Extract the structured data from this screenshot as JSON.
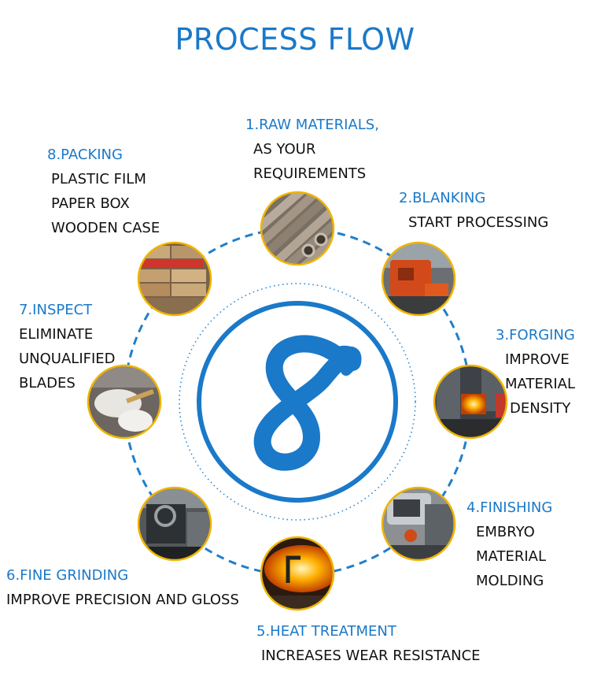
{
  "title": "PROCESS FLOW",
  "colors": {
    "accent": "#1a79c9",
    "dash": "#1f7fcc",
    "text": "#111111",
    "node_border": "#f0b400"
  },
  "steps": [
    {
      "heading": "1.RAW MATERIALS,",
      "lines": [
        "AS YOUR",
        "REQUIREMENTS"
      ],
      "photo": "steel-pipes-photo"
    },
    {
      "heading": "2.BLANKING",
      "lines": [
        "START PROCESSING"
      ],
      "photo": "blanking-machine-photo"
    },
    {
      "heading": "3.FORGING",
      "lines": [
        "IMPROVE",
        "MATERIAL",
        "DENSITY"
      ],
      "photo": "forging-press-photo"
    },
    {
      "heading": "4.FINISHING",
      "lines": [
        "EMBRYO",
        "MATERIAL",
        "MOLDING"
      ],
      "photo": "finishing-machine-photo"
    },
    {
      "heading": "5.HEAT TREATMENT",
      "lines": [
        "INCREASES WEAR RESISTANCE"
      ],
      "photo": "heat-furnace-photo"
    },
    {
      "heading": "6.FINE GRINDING",
      "lines": [
        "IMPROVE PRECISION AND GLOSS"
      ],
      "photo": "grinding-machine-photo"
    },
    {
      "heading": "7.INSPECT",
      "lines": [
        "ELIMINATE",
        "UNQUALIFIED",
        "BLADES"
      ],
      "photo": "gloved-hand-inspect-photo"
    },
    {
      "heading": "8.PACKING",
      "lines": [
        "PLASTIC FILM",
        "PAPER BOX",
        "WOODEN CASE"
      ],
      "photo": "packing-boxes-photo"
    }
  ],
  "center_logo": "figure-8-logo"
}
